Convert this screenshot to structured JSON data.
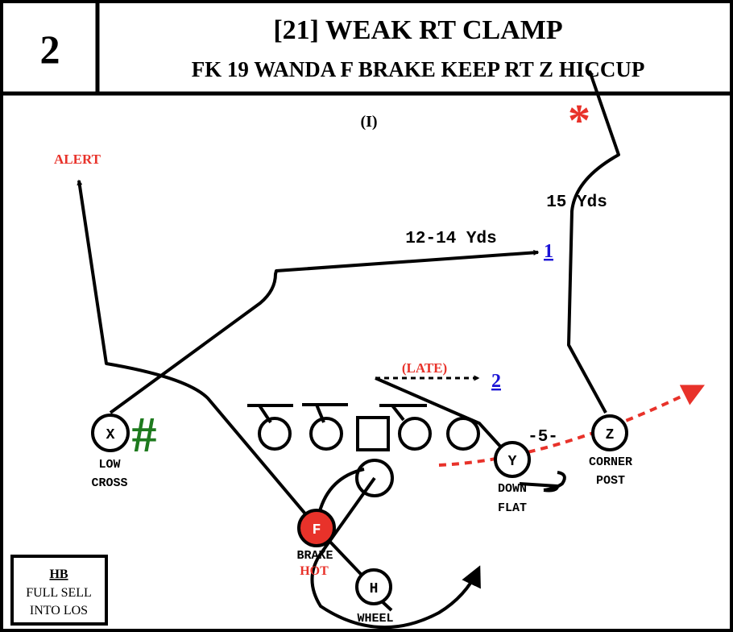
{
  "header": {
    "play_number": "2",
    "title": "[21] WEAK RT CLAMP",
    "subtitle": "FK 19 WANDA F BRAKE KEEP RT Z HICCUP",
    "formation": "(I)"
  },
  "labels": {
    "alert": "ALERT",
    "route_depth_deep": "15 Yds",
    "route_depth_mid": "12-14 Yds",
    "read_1": "1",
    "late": "(LATE)",
    "read_2": "2",
    "split": "-5-",
    "x_route_line1": "LOW",
    "x_route_line2": "CROSS",
    "y_route_line1": "DOWN",
    "y_route_line2": "FLAT",
    "z_route_line1": "CORNER",
    "z_route_line2": "POST",
    "f_route_line1": "BRAKE",
    "f_route_line2": "HOT",
    "h_route": "WHEEL",
    "asterisk": "*",
    "hash": "#"
  },
  "players": {
    "x": "X",
    "y": "Y",
    "z": "Z",
    "f": "F",
    "h": "H"
  },
  "note": {
    "line1": "HB",
    "line2": "FULL SELL",
    "line3": "INTO LOS"
  },
  "colors": {
    "ink": "#000000",
    "accent_red": "#e8322a",
    "read_blue": "#1a12d6",
    "hash_green": "#1e7a1e"
  }
}
